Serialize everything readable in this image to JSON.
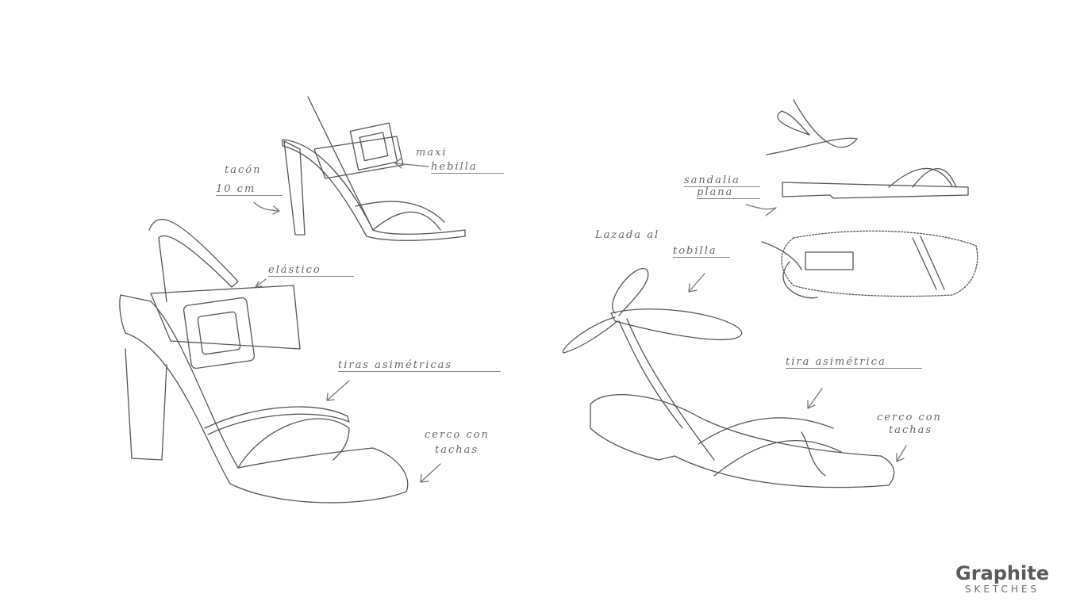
{
  "annotations": {
    "heel_height": [
      "tacón",
      "10 cm"
    ],
    "maxi_buckle": [
      "maxi",
      "hebilla"
    ],
    "elastic": "elástico",
    "asymmetric_straps": "tiras asimétricas",
    "studded_rim_left": [
      "cerco con",
      "tachas"
    ],
    "flat_sandal": [
      "sandalia",
      "plana"
    ],
    "ankle_bow": [
      "Lazada al",
      "tobilla"
    ],
    "asymmetric_strap": "tira asimétrica",
    "studded_rim_right": [
      "cerco con",
      "tachas"
    ]
  },
  "logo": {
    "main": "Graphite",
    "sub": "SKETCHES"
  },
  "colors": {
    "line": "#555555",
    "logo": "#5a5a5a"
  }
}
